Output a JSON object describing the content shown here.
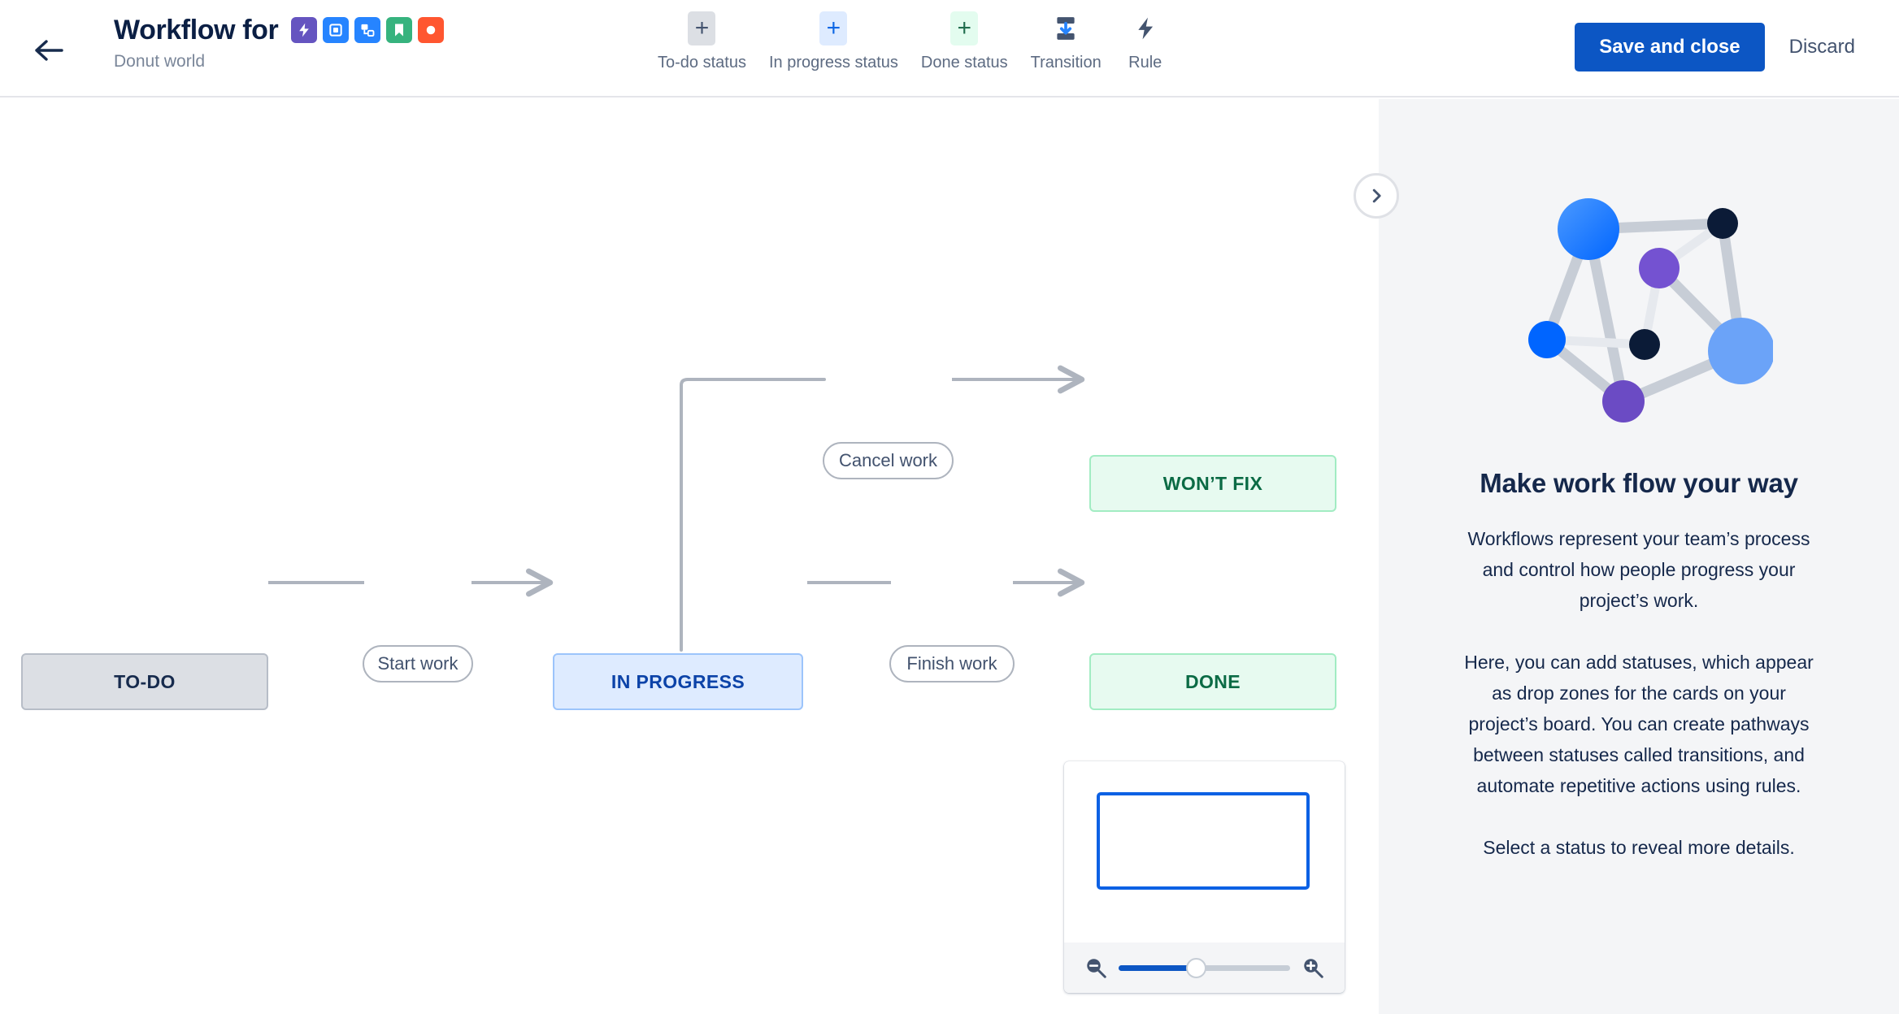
{
  "header": {
    "back_icon": "arrow-left-icon",
    "title": "Workflow for",
    "subtitle": "Donut world",
    "product_icons": [
      {
        "name": "jira-service-management-icon",
        "glyph": "bolt",
        "bg": "#6554C0"
      },
      {
        "name": "jira-software-icon",
        "glyph": "square",
        "bg": "#2684FF"
      },
      {
        "name": "jira-work-management-icon",
        "glyph": "subtask",
        "bg": "#2684FF"
      },
      {
        "name": "confluence-icon",
        "glyph": "bookmark",
        "bg": "#36B37E"
      },
      {
        "name": "jira-product-discovery-icon",
        "glyph": "circle",
        "bg": "#FF5630"
      }
    ],
    "tools": [
      {
        "id": "to-do-status",
        "label": "To-do status",
        "icon": "plus-icon",
        "bg": "#dcdfe4",
        "fg": "#44546f"
      },
      {
        "id": "in-progress-status",
        "label": "In progress status",
        "icon": "plus-icon",
        "bg": "#deebff",
        "fg": "#0c66e4"
      },
      {
        "id": "done-status",
        "label": "Done status",
        "icon": "plus-icon",
        "bg": "#e3fcef",
        "fg": "#216e4e"
      },
      {
        "id": "transition",
        "label": "Transition",
        "icon": "transition-icon",
        "bg": "transparent",
        "fg": "#44546f"
      },
      {
        "id": "rule",
        "label": "Rule",
        "icon": "rule-bolt-icon",
        "bg": "transparent",
        "fg": "#44546f"
      }
    ],
    "save_label": "Save and close",
    "discard_label": "Discard",
    "primary_color": "#0C56C4"
  },
  "workflow": {
    "nodes": [
      {
        "id": "to-do",
        "label": "TO-DO",
        "category": "todo"
      },
      {
        "id": "in-progress",
        "label": "IN PROGRESS",
        "category": "in-progress"
      },
      {
        "id": "wont-fix",
        "label": "WON’T FIX",
        "category": "done"
      },
      {
        "id": "done",
        "label": "DONE",
        "category": "done"
      }
    ],
    "transitions": [
      {
        "id": "start-work",
        "label": "Start work",
        "from": "to-do",
        "to": "in-progress"
      },
      {
        "id": "finish-work",
        "label": "Finish work",
        "from": "in-progress",
        "to": "done"
      },
      {
        "id": "cancel-work",
        "label": "Cancel work",
        "from": "in-progress",
        "to": "wont-fix"
      }
    ],
    "colors": {
      "todo_bg": "#DCDFE4",
      "todo_border": "#B7BDC7",
      "todo_text": "#172B4D",
      "progress_bg": "#DEEBFF",
      "progress_border": "#9CC4FB",
      "progress_text": "#0C43A8",
      "done_bg": "#E7FAF0",
      "done_border": "#A2ECC3",
      "done_text": "#0B6B45",
      "edge": "#AEB4BE"
    }
  },
  "minimap": {
    "zoom_out_icon": "zoom-out-icon",
    "zoom_in_icon": "zoom-in-icon",
    "zoom_percent": 45
  },
  "panel_toggle": {
    "icon": "chevron-right-icon"
  },
  "side_panel": {
    "illustration": "workflow-network-illustration",
    "title": "Make work flow your way",
    "paragraph1": "Workflows represent your team’s process and control how people progress your project’s work.",
    "paragraph2": "Here, you can add statuses, which appear as drop zones for the cards on your project’s board. You can create pathways between statuses called transitions, and automate repetitive actions using rules.",
    "paragraph3": "Select a status to reveal more details."
  }
}
